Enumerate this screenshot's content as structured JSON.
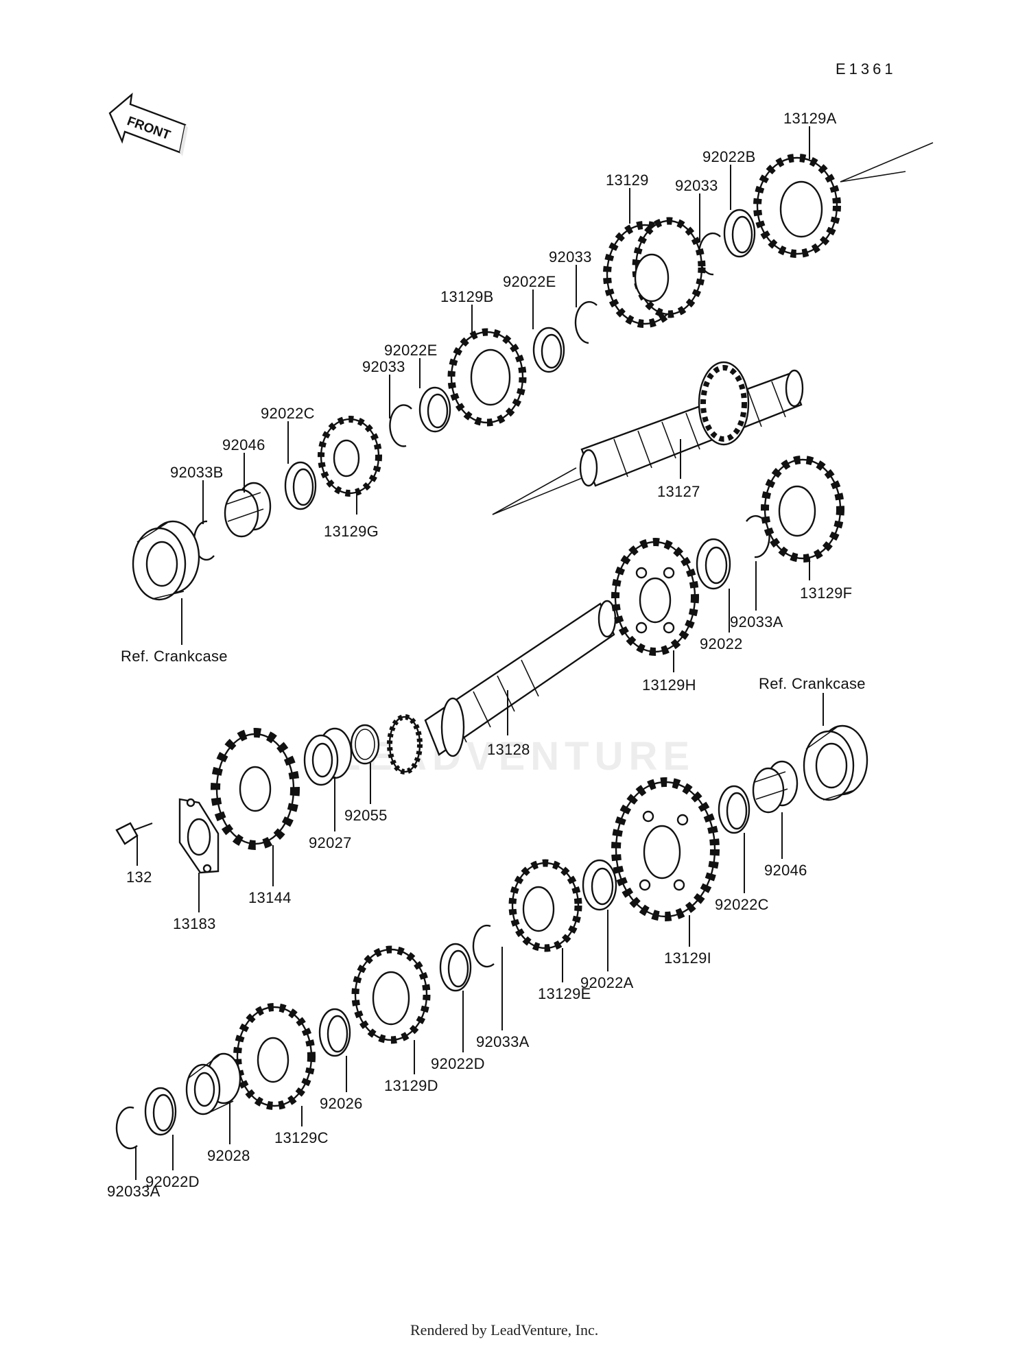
{
  "diagram_code": "E1361",
  "front_label": "FRONT",
  "watermark": "LEADVENTURE",
  "footer": "Rendered by LeadVenture, Inc.",
  "labels": {
    "l_13129A": "13129A",
    "l_92022B": "92022B",
    "l_92033_top": "92033",
    "l_13129": "13129",
    "l_92033_mid": "92033",
    "l_92022E_a": "92022E",
    "l_13129B": "13129B",
    "l_92022E_b": "92022E",
    "l_92033_left": "92033",
    "l_92022C_top": "92022C",
    "l_92046_top": "92046",
    "l_92033B": "92033B",
    "l_13129G": "13129G",
    "l_13127": "13127",
    "l_ref_crankcase_left": "Ref. Crankcase",
    "l_13129F": "13129F",
    "l_92033A_right": "92033A",
    "l_92022": "92022",
    "l_13129H": "13129H",
    "l_ref_crankcase_right": "Ref. Crankcase",
    "l_13128": "13128",
    "l_92055": "92055",
    "l_92027": "92027",
    "l_132": "132",
    "l_13183": "13183",
    "l_13144": "13144",
    "l_92046_bottom": "92046",
    "l_92022C_bottom": "92022C",
    "l_13129I": "13129I",
    "l_92022A": "92022A",
    "l_13129E": "13129E",
    "l_92033A_mid": "92033A",
    "l_92022D_mid": "92022D",
    "l_13129D": "13129D",
    "l_92026": "92026",
    "l_13129C": "13129C",
    "l_92028": "92028",
    "l_92022D_bottom": "92022D",
    "l_92033A_bottom": "92033A"
  }
}
